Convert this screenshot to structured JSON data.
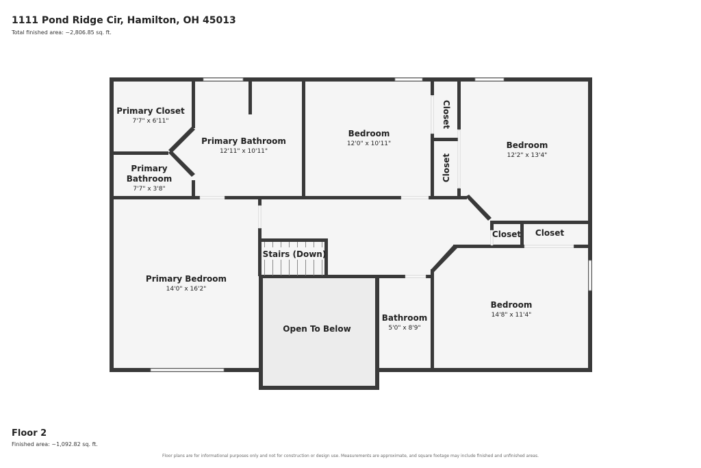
{
  "header": {
    "address": "1111 Pond Ridge Cir, Hamilton, OH 45013",
    "total_area": "Total finished area: ~2,806.85 sq. ft."
  },
  "floor": {
    "name": "Floor 2",
    "finished_area": "Finished area: ~1,092.82 sq. ft."
  },
  "disclaimer": "Floor plans are for informational purposes only and not for construction or design use. Measurements are approximate, and square footage may include finished and unfinished areas.",
  "rooms": [
    {
      "name": "Primary Closet",
      "dim": "7'7\" x 6'11\""
    },
    {
      "name": "Primary Bathroom",
      "dim": "12'11\" x 10'11\""
    },
    {
      "name": "Bedroom",
      "dim": "12'0\" x 10'11\""
    },
    {
      "name": "Closet",
      "dim": ""
    },
    {
      "name": "Closet",
      "dim": ""
    },
    {
      "name": "Bedroom",
      "dim": "12'2\" x 13'4\""
    },
    {
      "name": "Primary Bathroom",
      "dim": "7'7\" x 3'8\""
    },
    {
      "name": "Closet",
      "dim": ""
    },
    {
      "name": "Closet",
      "dim": ""
    },
    {
      "name": "Stairs (Down)",
      "dim": ""
    },
    {
      "name": "Primary Bedroom",
      "dim": "14'0\" x 16'2\""
    },
    {
      "name": "Open To Below",
      "dim": ""
    },
    {
      "name": "Bathroom",
      "dim": "5'0\" x 8'9\""
    },
    {
      "name": "Bedroom",
      "dim": "14'8\" x 11'4\""
    }
  ],
  "colors": {
    "wall": "#393939",
    "floor": "#f5f5f5",
    "open_to_below": "#ececec",
    "window": "#ffffff"
  }
}
